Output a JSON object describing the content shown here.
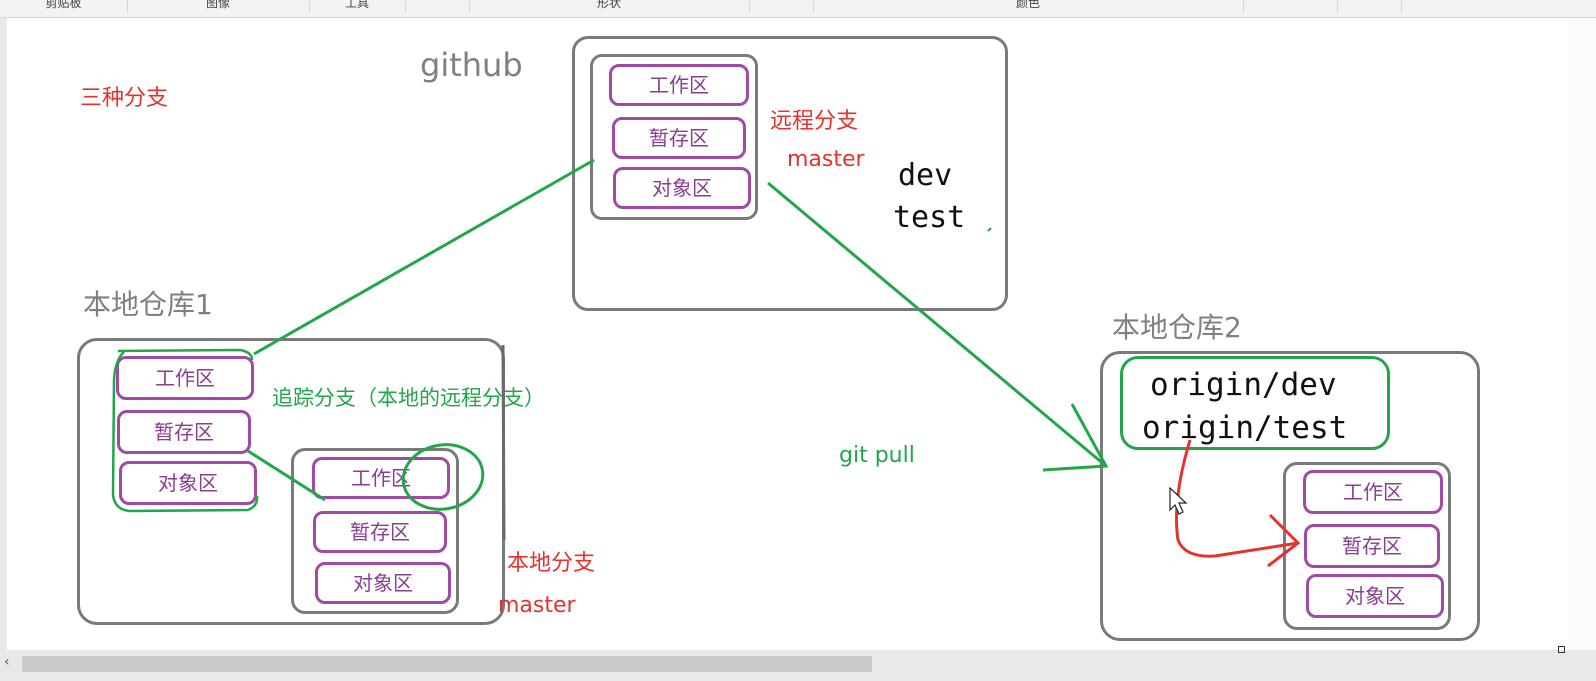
{
  "ribbon": [
    "剪贴板",
    "图像",
    "工具",
    "形状",
    "颜色"
  ],
  "title_three_branches": "三种分支",
  "github": {
    "label": "github",
    "areas": [
      "工作区",
      "暂存区",
      "对象区"
    ],
    "remote_branch_label": "远程分支",
    "master": "master",
    "branches": [
      "dev",
      "test"
    ]
  },
  "local1": {
    "label": "本地仓库1",
    "tracking_areas": [
      "工作区",
      "暂存区",
      "对象区"
    ],
    "tracking_label": "追踪分支（本地的远程分支）",
    "local_areas": [
      "工作区",
      "暂存区",
      "对象区"
    ],
    "local_branch_label": "本地分支",
    "master": "master"
  },
  "git_pull": "git pull",
  "local2": {
    "label": "本地仓库2",
    "origin": [
      "origin/dev",
      "origin/test"
    ],
    "areas": [
      "工作区",
      "暂存区",
      "对象区"
    ]
  },
  "colors": {
    "green": "#23a64a",
    "red": "#e5322d",
    "purple": "#a04aa6",
    "gray": "#7a7a7a"
  },
  "scroll_left_icon": "‹"
}
